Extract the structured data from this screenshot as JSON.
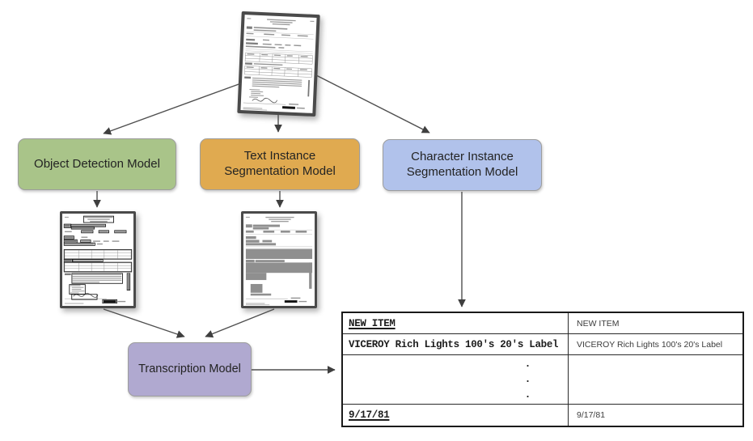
{
  "colors": {
    "object_detection_node": "#a9c489",
    "text_instance_node": "#e0aa50",
    "character_instance_node": "#b1c2eb",
    "transcription_node": "#b0a9d0",
    "arrow": "#4f4f4f"
  },
  "nodes": {
    "object_detection": {
      "label": "Object Detection Model"
    },
    "text_instance_segmentation": {
      "label": "Text Instance Segmentation Model"
    },
    "character_instance_segmentation": {
      "label": "Character Instance Segmentation Model"
    },
    "transcription": {
      "label": "Transcription Model"
    }
  },
  "output_table": {
    "rows": [
      {
        "source": "NEW ITEM",
        "transcription": "NEW ITEM"
      },
      {
        "source": "VICEROY Rich Lights 100's 20's Label",
        "transcription": "VICEROY Rich Lights 100's 20's Label"
      },
      {
        "source": "",
        "transcription": ""
      },
      {
        "source": "9/17/81",
        "transcription": "9/17/81"
      }
    ],
    "ellipsis_dots": [
      ".",
      ".",
      "."
    ]
  }
}
